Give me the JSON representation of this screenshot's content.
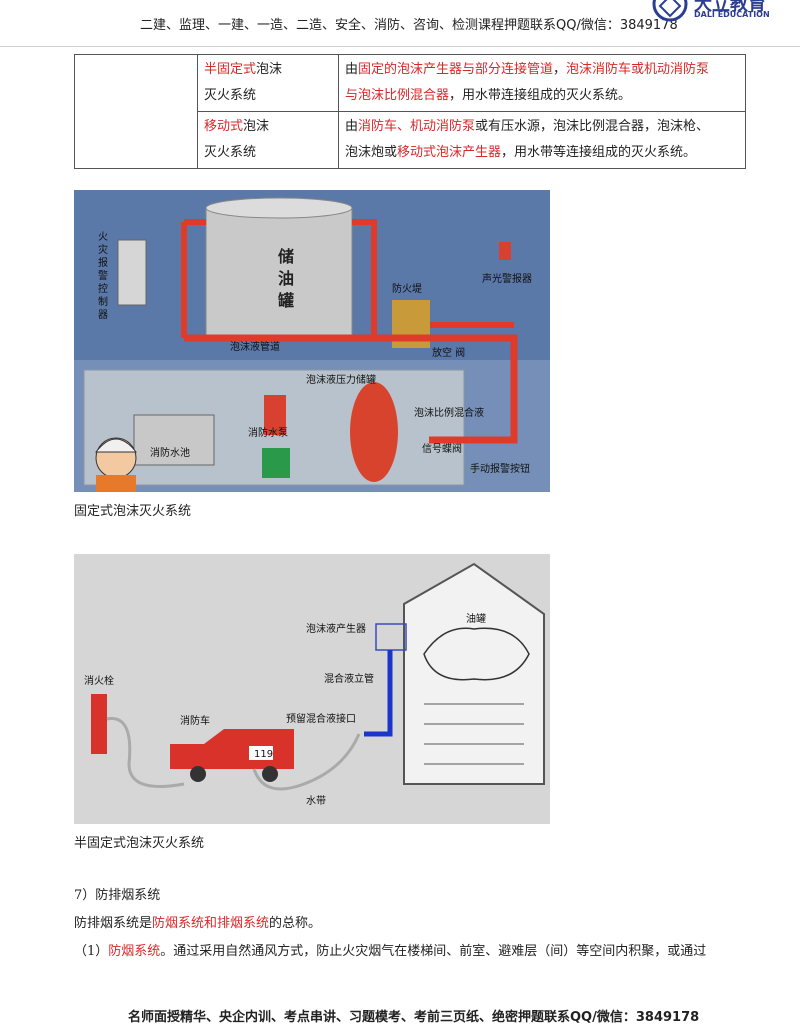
{
  "header": {
    "text": "二建、监理、一建、一造、二造、安全、消防、咨询、检测课程押题联系QQ/微信：3849178",
    "logo_name": "大立教育",
    "logo_en": "DALI EDUCATION"
  },
  "table": {
    "rows": [
      {
        "name_red": "半固定式",
        "name_rest_1": "泡沫",
        "name_line2": "灭火系统",
        "desc_1": "由",
        "desc_red_1": "固定的泡沫产生器与部分连接管道",
        "desc_2": "，",
        "desc_red_2": "泡沫消防车或机动消防泵",
        "desc_red_3": "与泡沫比例混合器",
        "desc_3": "，用水带连接组成的灭火系统。"
      },
      {
        "name_red": "移动式",
        "name_rest_1": "泡沫",
        "name_line2": "灭火系统",
        "desc_1": "由",
        "desc_red_1": "消防车、机动消防泵",
        "desc_2": "或有压水源，泡沫比例混合器，泡沫枪、",
        "desc_3": "泡沫炮或",
        "desc_red_2": "移动式泡沫产生器",
        "desc_4": "，用水带等连接组成的灭火系统。"
      }
    ]
  },
  "figure1": {
    "labels": {
      "alarm_controller": [
        "火",
        "灾",
        "报",
        "警",
        "控",
        "制",
        "器"
      ],
      "tank": [
        "储",
        "油",
        "罐"
      ],
      "dike": "防火堤",
      "alarm_sound_light": "声光警报器",
      "foam_pipe": "泡沫液管道",
      "vent_valve": "放空 阀",
      "pressure_tank": "泡沫液压力储罐",
      "mixer_liquid": "泡沫比例混合液",
      "pool": "消防水池",
      "pump": "消防水泵",
      "signal_valve": "信号蝶阀",
      "manual_button": "手动报警按钮"
    },
    "caption": "固定式泡沫灭火系统"
  },
  "figure2": {
    "labels": {
      "generator": "泡沫液产生器",
      "oil_tank": "油罐",
      "riser": "混合液立管",
      "hydrant": "消火栓",
      "fire_truck": "消防车",
      "connector": "预留混合液接口",
      "hose": "水带",
      "truck_number": "119"
    },
    "caption": "半固定式泡沫灭火系统"
  },
  "section": {
    "heading": "7）防排烟系统",
    "line1_a": "防排烟系统是",
    "line1_red": "防烟系统和排烟系统",
    "line1_b": "的总称。",
    "line2_a": "（1）",
    "line2_red": "防烟系统",
    "line2_b": "。通过采用自然通风方式，防止火灾烟气在楼梯间、前室、避难层（间）等空间内积聚，或通过"
  },
  "footer": {
    "text": "名师面授精华、央企内训、考点串讲、习题模考、考前三页纸、绝密押题联系QQ/微信：3849178"
  },
  "colors": {
    "accent_red": "#d7282a",
    "brand_blue": "#2c3e8f",
    "figure1_bg": "#5a78a8",
    "figure2_bg": "#d6d6d6"
  }
}
